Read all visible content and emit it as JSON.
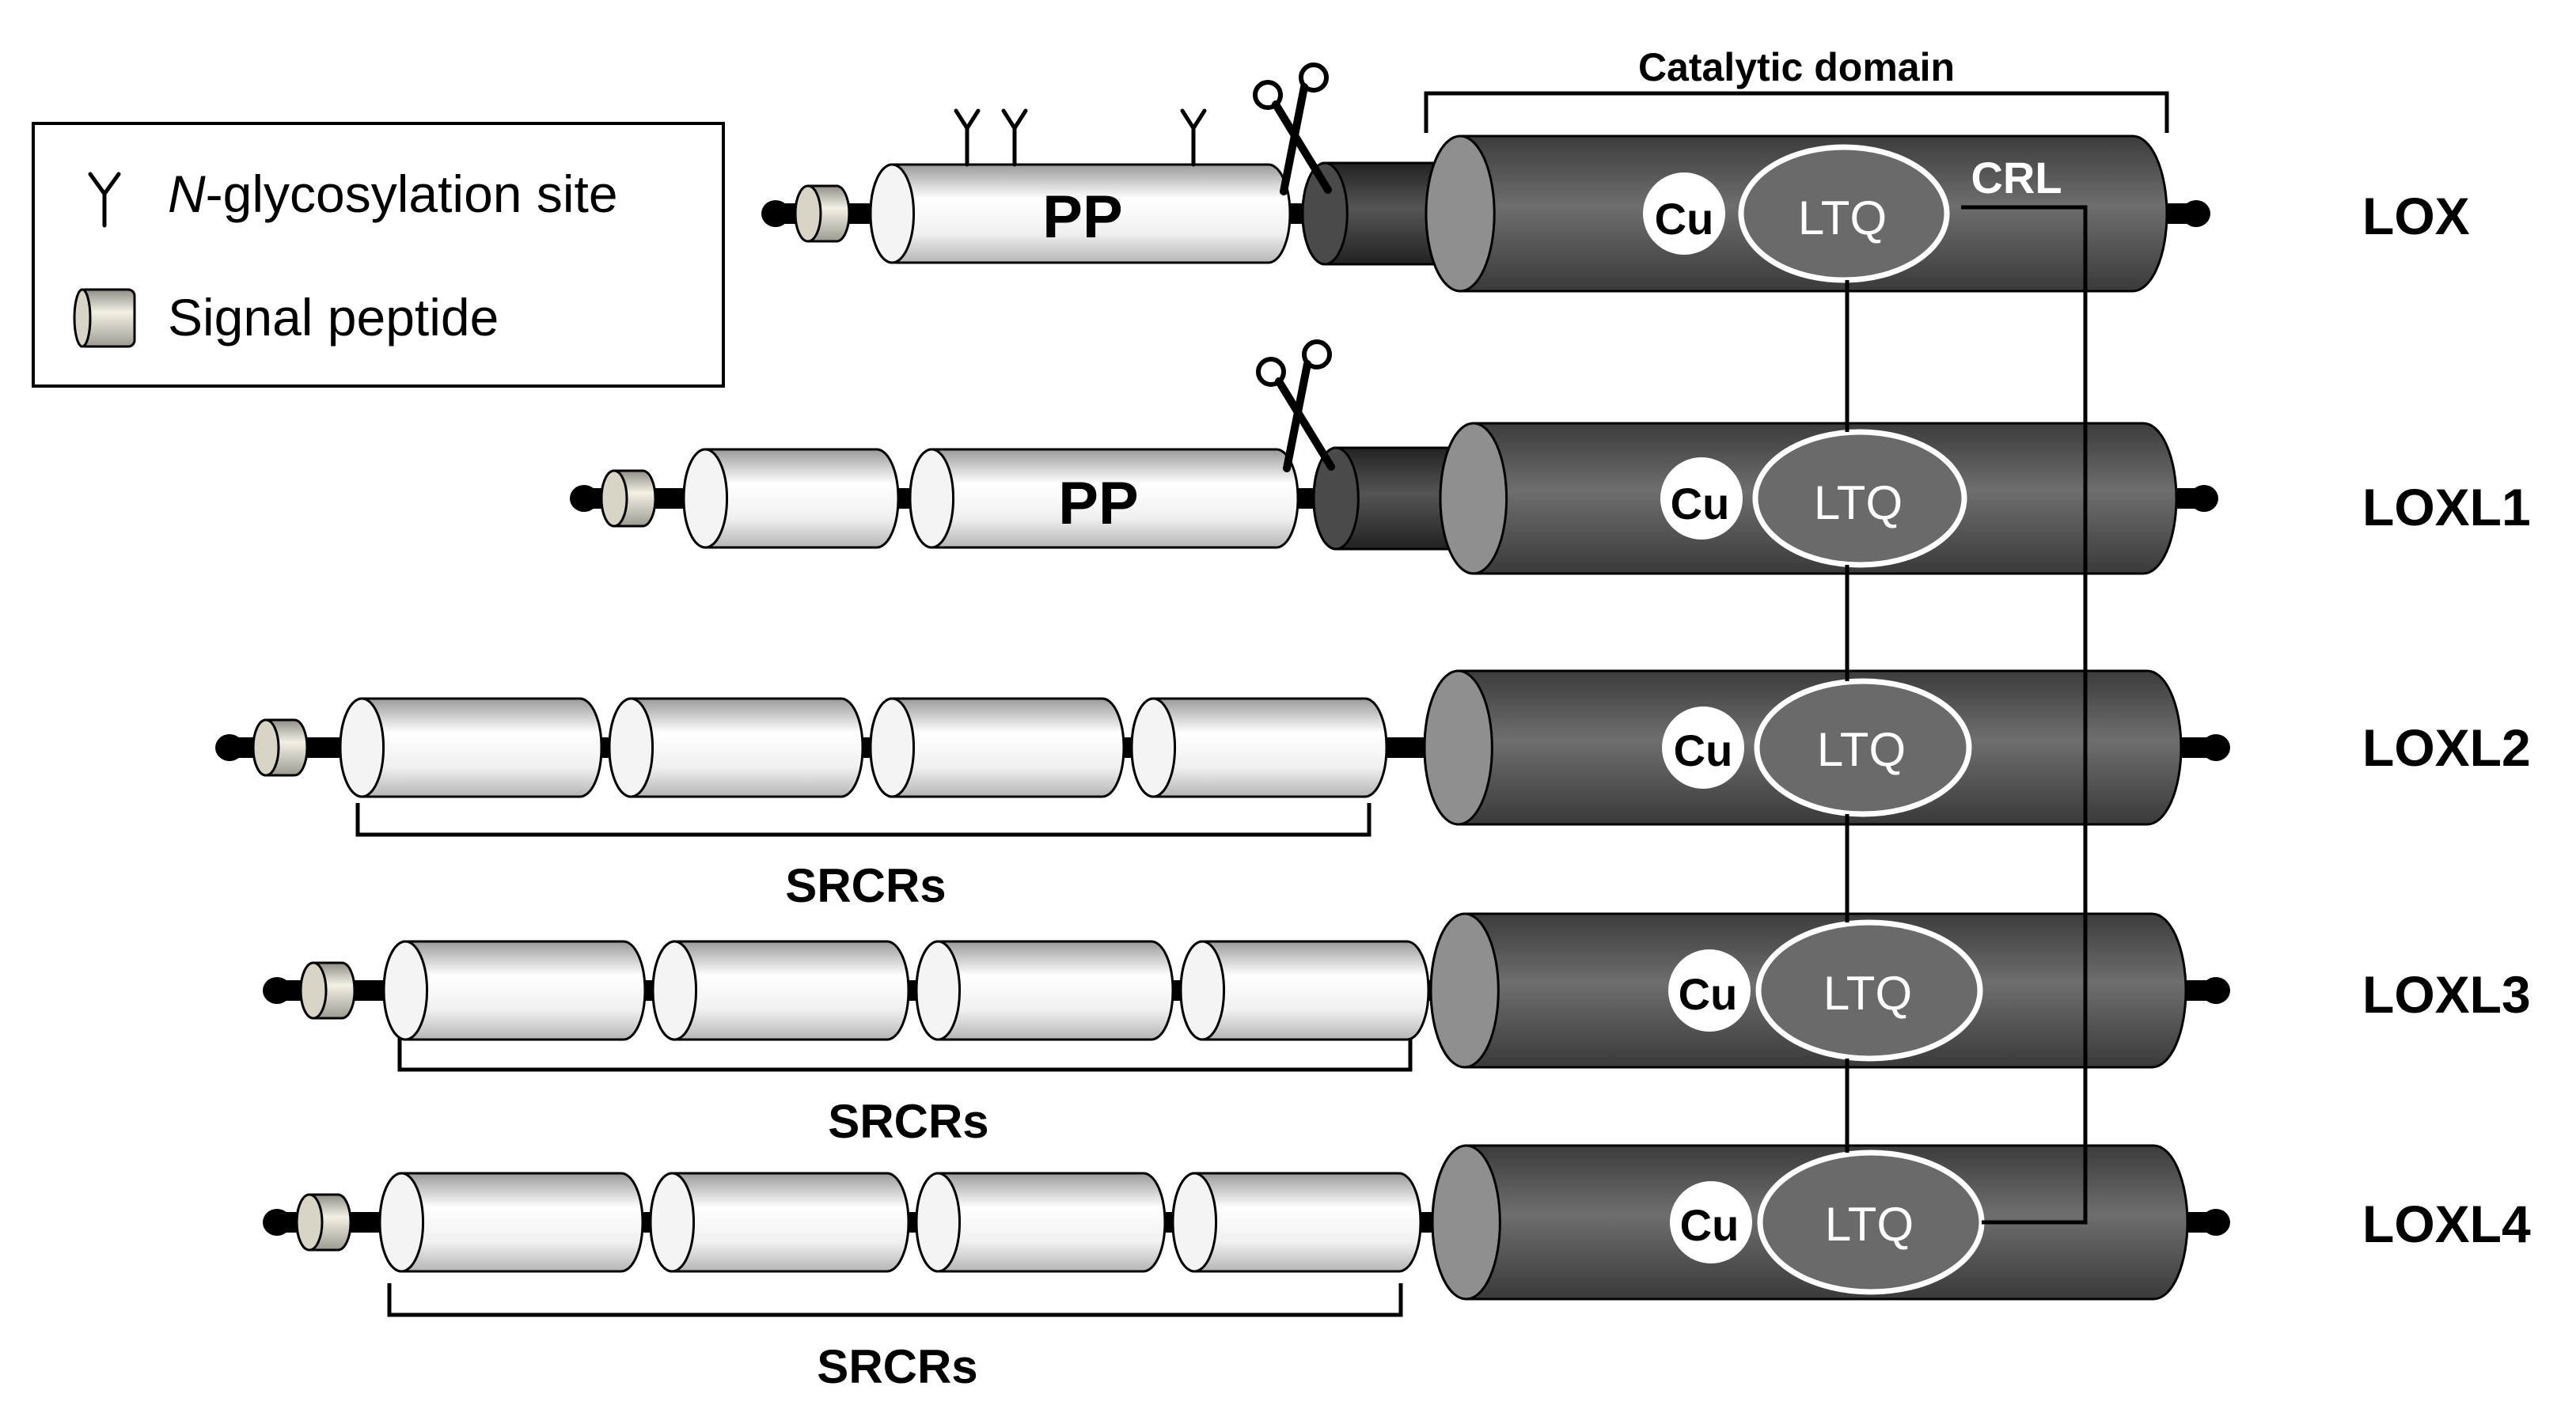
{
  "legend": {
    "glyco_prefix": "N",
    "glyco_suffix": "-glycosylation site",
    "signal_label": "Signal peptide"
  },
  "catalytic_label": "Catalytic domain",
  "crl_label": "CRL",
  "pp_label": "PP",
  "srcrs_label": "SRCRs",
  "cu_label": "Cu",
  "ltq_label": "LTQ",
  "proteins": [
    {
      "name": "LOX",
      "propeptide": true,
      "glycosylated": true,
      "srcr_domains": 0,
      "cleavage_site": true
    },
    {
      "name": "LOXL1",
      "propeptide": true,
      "glycosylated": false,
      "srcr_domains": 0,
      "cleavage_site": true
    },
    {
      "name": "LOXL2",
      "propeptide": false,
      "glycosylated": false,
      "srcr_domains": 4,
      "cleavage_site": false
    },
    {
      "name": "LOXL3",
      "propeptide": false,
      "glycosylated": false,
      "srcr_domains": 4,
      "cleavage_site": false
    },
    {
      "name": "LOXL4",
      "propeptide": false,
      "glycosylated": false,
      "srcr_domains": 4,
      "cleavage_site": false
    }
  ],
  "colors": {
    "catalytic_dark": "#5a5a5a",
    "catalytic_light": "#8c8c8c",
    "linker": "#3a3a3a",
    "domain_light": "#f2f2f2",
    "signal": "#e6e2d3",
    "ink": "#000000"
  }
}
